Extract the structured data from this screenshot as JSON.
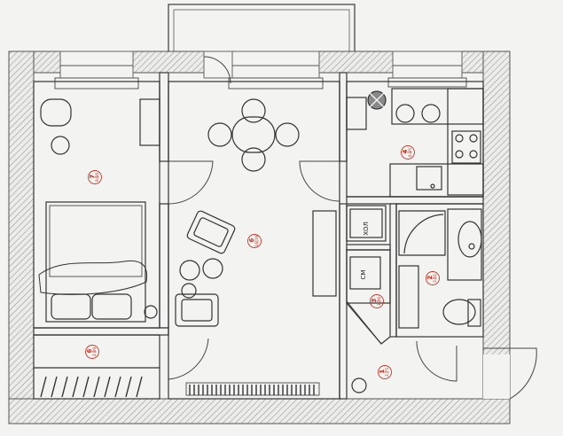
{
  "rooms": [
    {
      "id": "bedroom",
      "number": "7",
      "area": "9.86"
    },
    {
      "id": "living",
      "number": "6",
      "area": "16.19"
    },
    {
      "id": "kitchen",
      "number": "4",
      "area": "6.85"
    },
    {
      "id": "bathroom",
      "number": "2",
      "area": "3.61"
    },
    {
      "id": "wc",
      "number": "3",
      "area": "1.06"
    },
    {
      "id": "wardrobe",
      "number": "6",
      "area": "2.89"
    },
    {
      "id": "hall",
      "number": "1",
      "area": "2.75"
    }
  ],
  "fixtures": {
    "hol_label": "ХОЛ",
    "sm_label": "СМ"
  },
  "colors": {
    "wall_hatch": "#9a9a96",
    "line": "#3a3a3a",
    "marker": "#c0392b",
    "paper": "#f3f3f1"
  }
}
